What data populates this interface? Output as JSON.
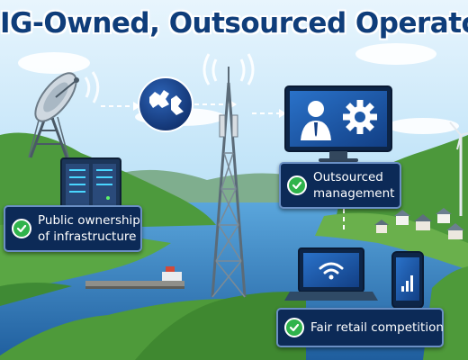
{
  "title": "IG-Owned, Outsourced Operator",
  "cards": {
    "public_ownership": {
      "line1": "Public ownership",
      "line2": "of infrastructure"
    },
    "outsourced_management": {
      "line1": "Outsourced",
      "line2": "management"
    },
    "fair_retail": {
      "line1": "Fair retail competition"
    }
  },
  "colors": {
    "title": "#0f3d7a",
    "card_bg": "#0c2a57",
    "check": "#2fb34b",
    "sky": "#bfe3f8",
    "water": "#2f7cc0",
    "grass": "#4f9a3c"
  },
  "icons": [
    "satellite-dish-icon",
    "server-rack-icon",
    "islands-map-icon",
    "cell-tower-icon",
    "manager-monitor-icon",
    "gear-icon",
    "laptop-wifi-icon",
    "smartphone-signal-icon",
    "checkmark-icon",
    "wind-turbine-icon"
  ]
}
